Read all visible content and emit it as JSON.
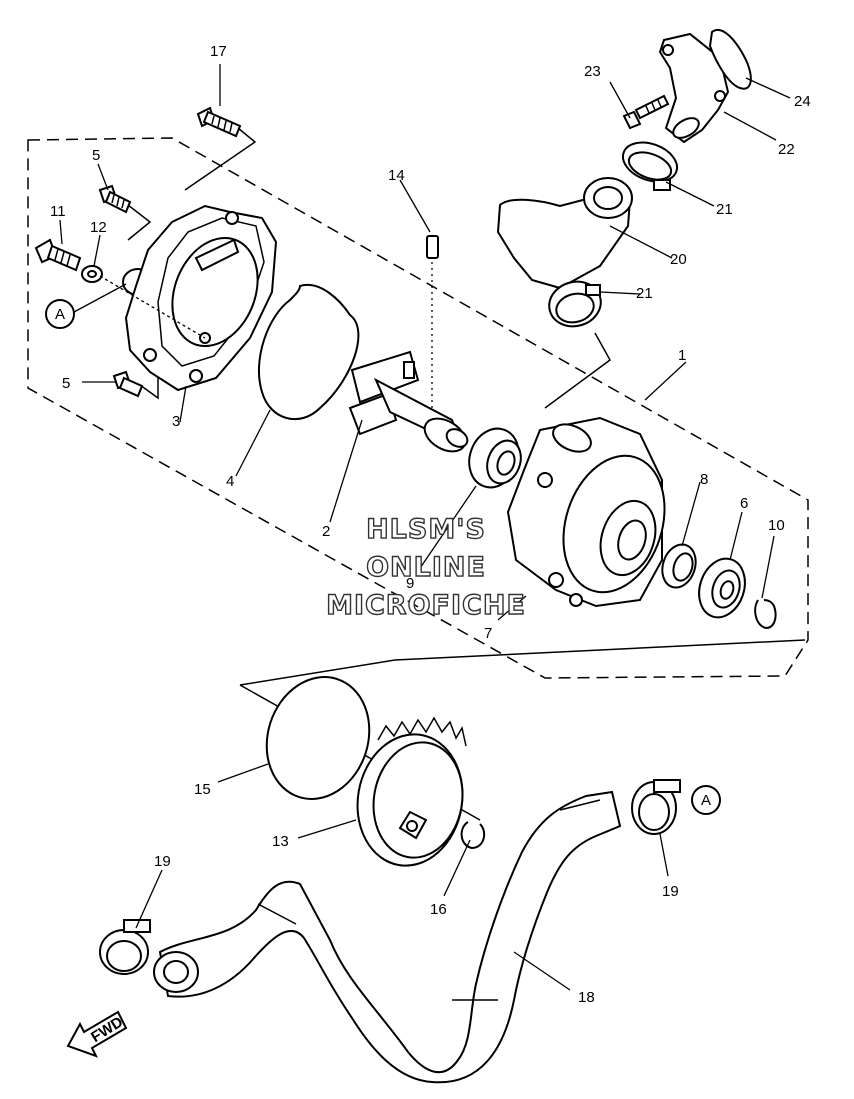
{
  "watermark": {
    "line1": "HLSM'S",
    "line2": "ONLINE",
    "line3": "MICROFICHE"
  },
  "markers": {
    "a_left": "A",
    "a_right": "A",
    "fwd": "FWD"
  },
  "callouts": {
    "n1": "1",
    "n2": "2",
    "n3": "3",
    "n4": "4",
    "n5a": "5",
    "n5b": "5",
    "n6": "6",
    "n7": "7",
    "n8": "8",
    "n9": "9",
    "n10": "10",
    "n11": "11",
    "n12": "12",
    "n13": "13",
    "n14": "14",
    "n15": "15",
    "n16": "16",
    "n17": "17",
    "n18": "18",
    "n19a": "19",
    "n19b": "19",
    "n20": "20",
    "n21a": "21",
    "n21b": "21",
    "n22": "22",
    "n23": "23",
    "n24": "24"
  }
}
